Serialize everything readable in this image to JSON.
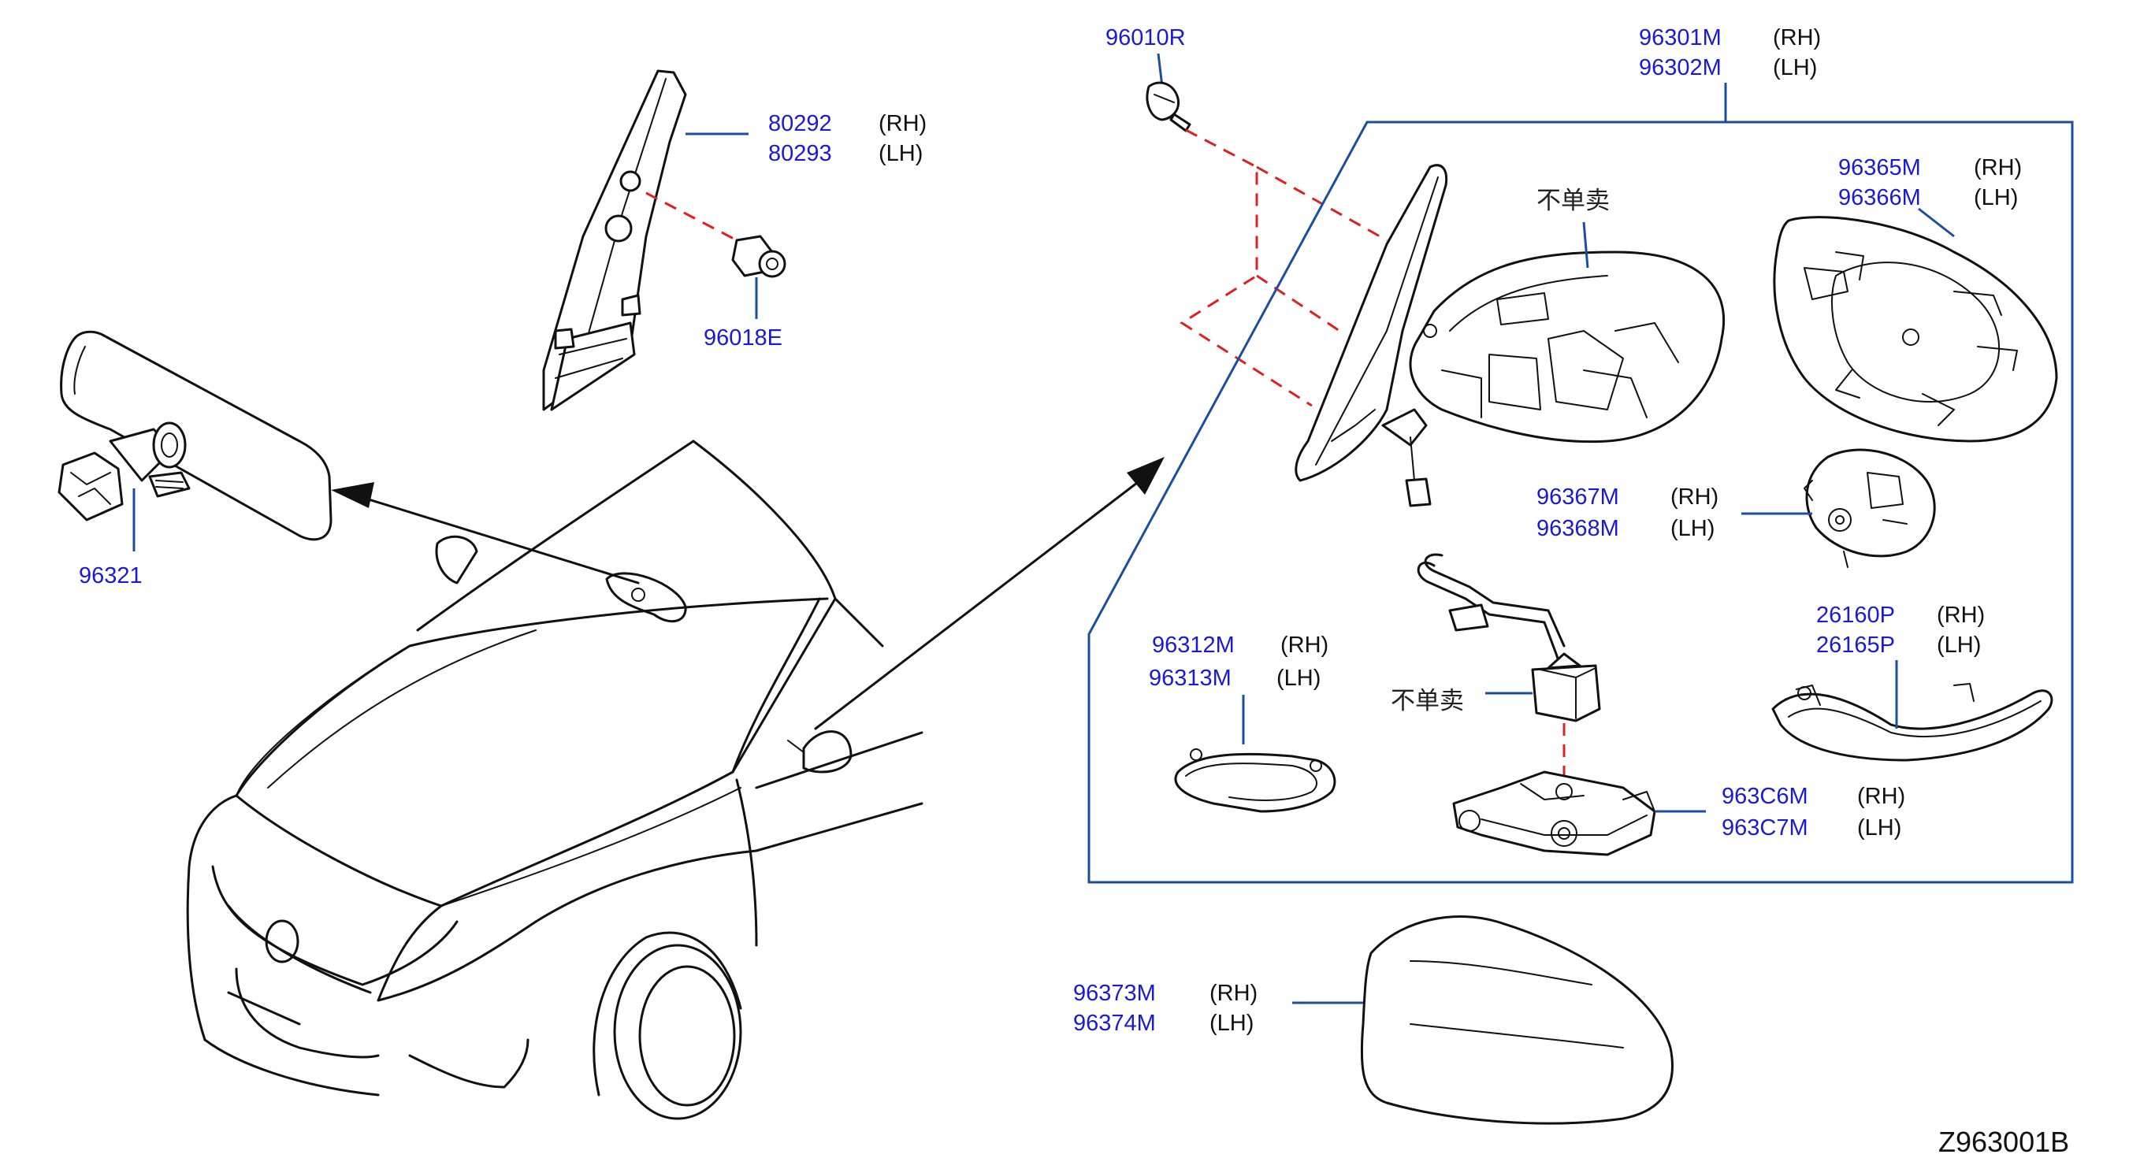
{
  "diagram": {
    "code": "Z963001B",
    "not_sold_separately": "不单卖",
    "parts": {
      "p80292": {
        "number": "80292",
        "side": "(RH)"
      },
      "p80293": {
        "number": "80293",
        "side": "(LH)"
      },
      "p96018E": {
        "number": "96018E"
      },
      "p96321": {
        "number": "96321"
      },
      "p96010R": {
        "number": "96010R"
      },
      "p96301M": {
        "number": "96301M",
        "side": "(RH)"
      },
      "p96302M": {
        "number": "96302M",
        "side": "(LH)"
      },
      "p96365M": {
        "number": "96365M",
        "side": "(RH)"
      },
      "p96366M": {
        "number": "96366M",
        "side": "(LH)"
      },
      "p96367M": {
        "number": "96367M",
        "side": "(RH)"
      },
      "p96368M": {
        "number": "96368M",
        "side": "(LH)"
      },
      "p26160P": {
        "number": "26160P",
        "side": "(RH)"
      },
      "p26165P": {
        "number": "26165P",
        "side": "(LH)"
      },
      "p96312M": {
        "number": "96312M",
        "side": "(RH)"
      },
      "p96313M": {
        "number": "96313M",
        "side": "(LH)"
      },
      "p963C6M": {
        "number": "963C6M",
        "side": "(RH)"
      },
      "p963C7M": {
        "number": "963C7M",
        "side": "(LH)"
      },
      "p96373M": {
        "number": "96373M",
        "side": "(RH)"
      },
      "p96374M": {
        "number": "96374M",
        "side": "(LH)"
      }
    },
    "colors": {
      "label": "#1a1ad6",
      "leader": "#1a4fa0",
      "fastener_path": "#e02020",
      "line_art": "#111111"
    }
  }
}
